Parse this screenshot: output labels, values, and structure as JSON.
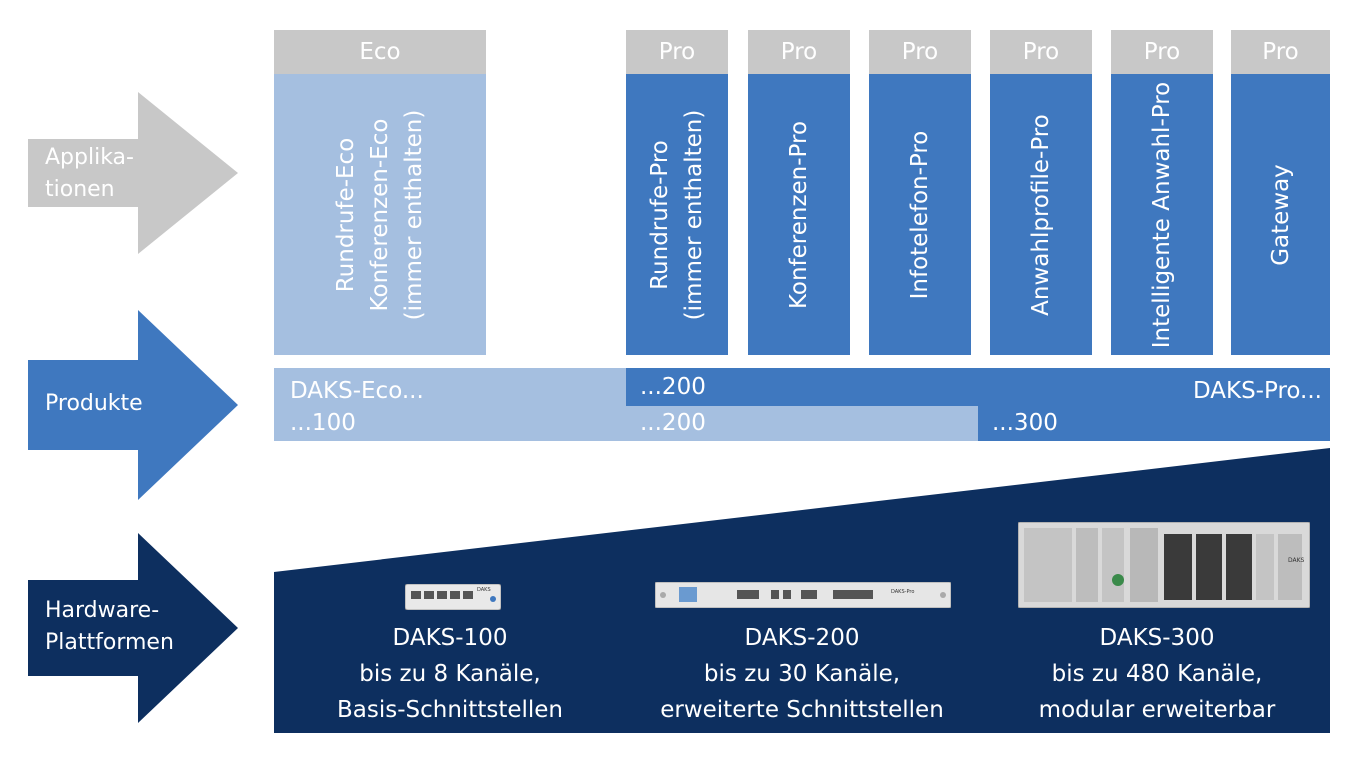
{
  "arrows": {
    "applikationen": [
      "Applika-",
      "tionen"
    ],
    "produkte": "Produkte",
    "hardware": [
      "Hardware-",
      "Plattformen"
    ]
  },
  "colors": {
    "gray": "#c8c8c8",
    "eco_light_blue": "#a5bfe0",
    "pro_blue": "#3f78bf",
    "dark_navy": "#0d2f5f"
  },
  "applications": [
    {
      "tier": "Eco",
      "lines": [
        "Rundrufe-Eco",
        "Konferenzen-Eco",
        "(immer enthalten)"
      ]
    },
    {
      "tier": "Pro",
      "lines": [
        "Rundrufe-Pro",
        "(immer enthalten)"
      ]
    },
    {
      "tier": "Pro",
      "lines": [
        "Konferenzen-Pro"
      ]
    },
    {
      "tier": "Pro",
      "lines": [
        "Infotelefon-Pro"
      ]
    },
    {
      "tier": "Pro",
      "lines": [
        "Anwahlprofile-Pro"
      ]
    },
    {
      "tier": "Pro",
      "lines": [
        "Intelligente Anwahl-Pro"
      ]
    },
    {
      "tier": "Pro",
      "lines": [
        "Gateway"
      ]
    }
  ],
  "products": {
    "eco_label": "DAKS-Eco...",
    "pro_label": "DAKS-Pro...",
    "pro_200": "...200",
    "eco_100": "...100",
    "eco_200": "...200",
    "pro_300": "...300"
  },
  "hardware": [
    {
      "name": "DAKS-100",
      "channels": "bis zu 8 Kanäle,",
      "interfaces": "Basis-Schnittstellen",
      "device_text": "DAKS"
    },
    {
      "name": "DAKS-200",
      "channels": "bis zu 30 Kanäle,",
      "interfaces": "erweiterte Schnittstellen",
      "device_text": "DAKS-Pro"
    },
    {
      "name": "DAKS-300",
      "channels": "bis zu 480 Kanäle,",
      "interfaces": "modular erweiterbar",
      "device_text": "DAKS"
    }
  ]
}
